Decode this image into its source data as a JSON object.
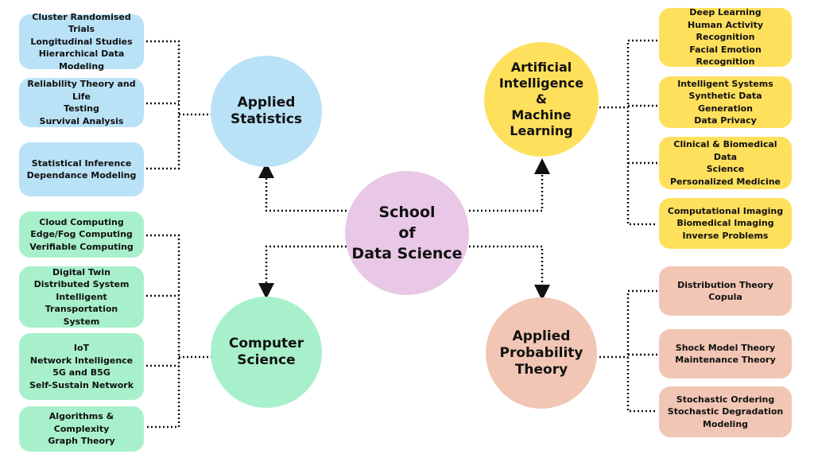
{
  "center": {
    "title": "School\nof\nData Science",
    "color": "#e8c8e6"
  },
  "branches": {
    "applied_statistics": {
      "title": "Applied\nStatistics",
      "color": "#b9e2f7",
      "items": [
        "Cluster Randomised Trials\nLongitudinal Studies\nHierarchical Data Modeling",
        "Reliability Theory and Life\nTesting\nSurvival Analysis",
        "Statistical Inference\nDependance Modeling"
      ]
    },
    "ai_ml": {
      "title": "Artificial\nIntelligence\n&\nMachine\nLearning",
      "color": "#ffe05c",
      "items": [
        "Deep Learning\nHuman Activity Recognition\nFacial Emotion Recognition",
        "Intelligent Systems\nSynthetic Data Generation\nData Privacy",
        "Clinical & Biomedical Data\nScience\nPersonalized Medicine",
        "Computational Imaging\nBiomedical Imaging\nInverse Problems"
      ]
    },
    "computer_science": {
      "title": "Computer\nScience",
      "color": "#a8f0cc",
      "items": [
        "Cloud Computing\nEdge/Fog Computing\nVerifiable Computing",
        "Digital Twin\nDistributed System\nIntelligent Transportation\nSystem",
        "IoT\nNetwork Intelligence\n5G and B5G\nSelf-Sustain Network",
        "Algorithms  & Complexity\nGraph Theory"
      ]
    },
    "applied_probability": {
      "title": "Applied\nProbability\nTheory",
      "color": "#f2c6b4",
      "items": [
        "Distribution Theory\nCopula",
        "Shock Model Theory\nMaintenance Theory",
        "Stochastic Ordering\nStochastic Degradation\nModeling"
      ]
    }
  }
}
